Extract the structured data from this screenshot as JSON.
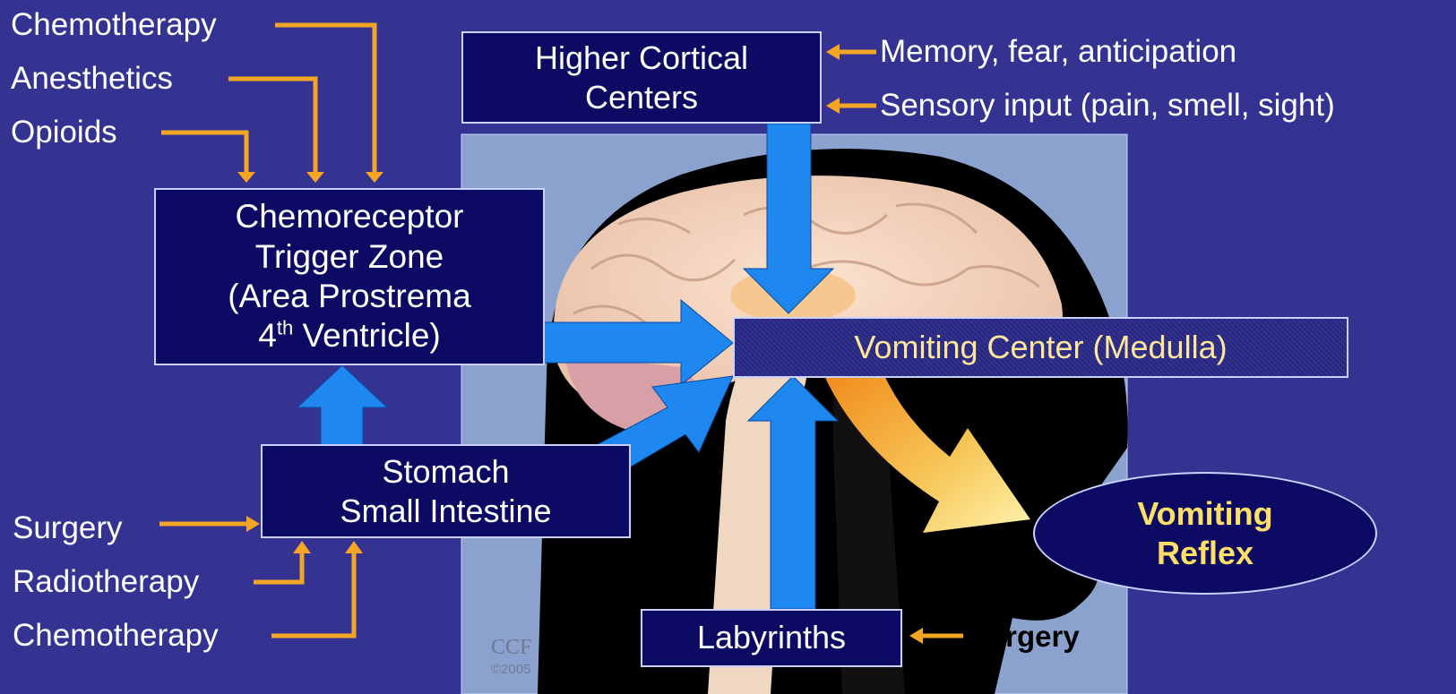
{
  "cortical_inputs": [
    "Memory, fear, anticipation",
    "Sensory input (pain, smell, sight)"
  ],
  "ctz_inputs": [
    "Chemotherapy",
    "Anesthetics",
    "Opioids"
  ],
  "stomach_inputs": [
    "Surgery",
    "Radiotherapy",
    "Chemotherapy"
  ],
  "labyrinth_input": "Surgery",
  "nodes": {
    "higher_cortical": [
      "Higher Cortical",
      "Centers"
    ],
    "ctz": [
      "Chemoreceptor",
      "Trigger Zone",
      "(Area Prostrema"
    ],
    "ctz_last": {
      "prefix": "4",
      "sup": "th",
      "suffix": " Ventricle)"
    },
    "stomach": [
      "Stomach",
      "Small Intestine"
    ],
    "vomiting_center": "Vomiting Center (Medulla)",
    "labyrinths": "Labyrinths",
    "vomiting_reflex": [
      "Vomiting",
      "Reflex"
    ]
  },
  "watermark": [
    "CCF",
    "©2005"
  ],
  "colors": {
    "background": "#343392",
    "box_fill": "#0c0a63",
    "input_arrow": "#f5a524",
    "pathway_arrow": "#1e88f0",
    "reflex_text": "#ffe067",
    "vomiting_center_text": "#ffe79a"
  }
}
